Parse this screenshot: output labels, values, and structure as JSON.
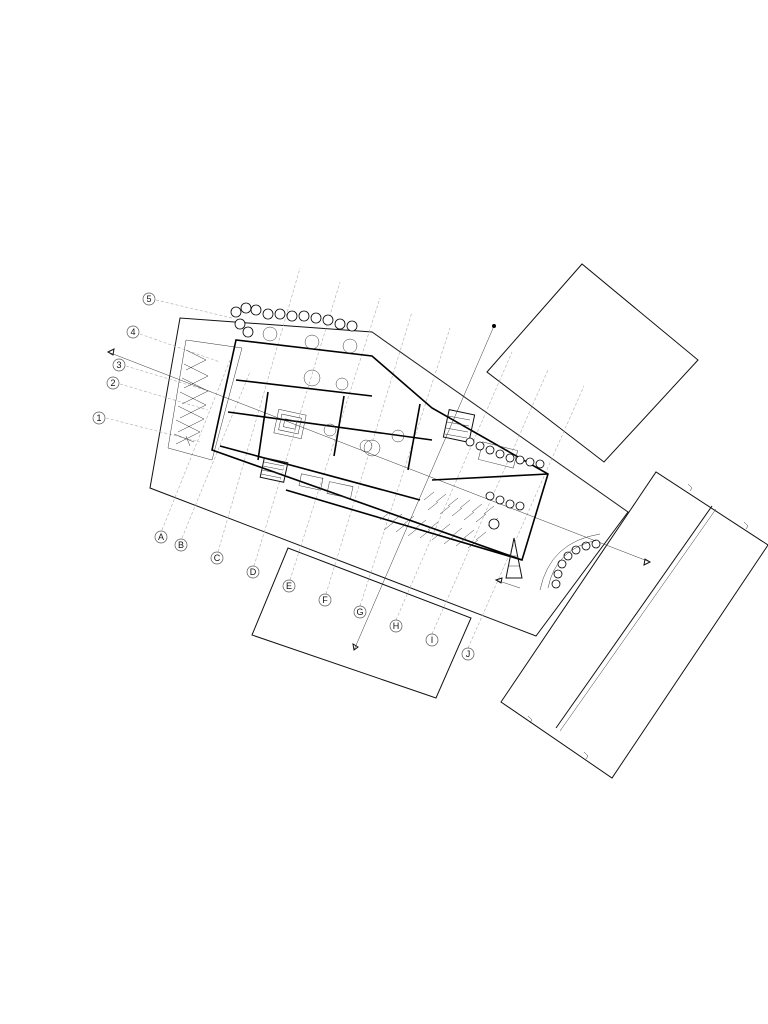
{
  "grid": {
    "rows": [
      "1",
      "2",
      "3",
      "4",
      "5"
    ],
    "columns": [
      "A",
      "B",
      "C",
      "D",
      "E",
      "F",
      "G",
      "H",
      "I",
      "J"
    ]
  }
}
